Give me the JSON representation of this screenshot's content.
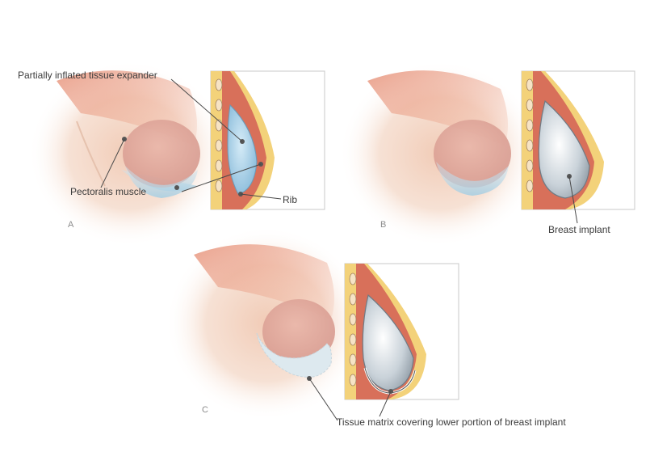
{
  "labels": {
    "expander": "Partially inflated tissue expander",
    "pectoralis": "Pectoralis muscle",
    "rib": "Rib",
    "implant": "Breast implant",
    "matrix": "Tissue matrix covering lower portion of breast implant"
  },
  "panels": {
    "a": "A",
    "b": "B",
    "c": "C"
  },
  "colors": {
    "skin": "#f3d9c9",
    "muscle": "#d8705a",
    "fat": "#f3d27a",
    "chest_wall": "#7a3d5c",
    "expander": "#a9cfe6",
    "implant": "#cfd6dc",
    "matrix": "#dde9ef",
    "leader": "#4a4a4a"
  }
}
